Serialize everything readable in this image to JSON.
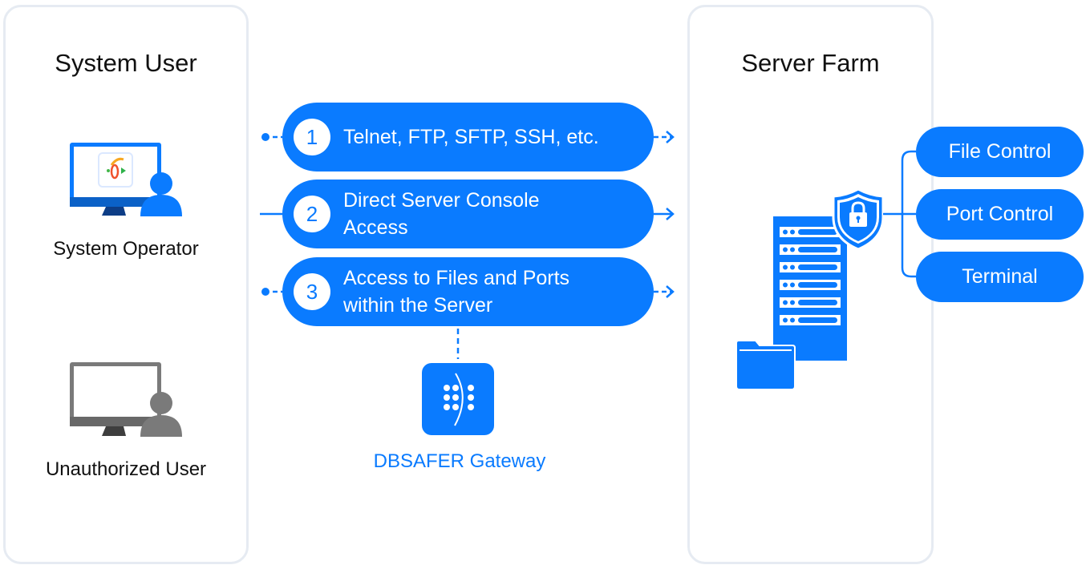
{
  "colors": {
    "accent": "#0a7bff",
    "panel_border": "#e6ebf2",
    "gray_icon": "#7a7a7a"
  },
  "left_panel": {
    "title": "System User",
    "users": [
      {
        "label": "System Operator",
        "icon": "monitor-user-blue-icon"
      },
      {
        "label": "Unauthorized User",
        "icon": "monitor-user-gray-icon"
      }
    ]
  },
  "access_paths": [
    {
      "number": "1",
      "label": "Telnet, FTP, SFTP, SSH, etc.",
      "line": "dashed"
    },
    {
      "number": "2",
      "label": "Direct Server Console Access",
      "line": "solid"
    },
    {
      "number": "3",
      "label": "Access to Files and Ports within the Server",
      "line": "dashed"
    }
  ],
  "gateway": {
    "label": "DBSAFER Gateway",
    "icon": "dbsafer-gateway-icon"
  },
  "right_panel": {
    "title": "Server Farm",
    "icons": [
      "server-rack-icon",
      "shield-lock-icon",
      "folder-icon"
    ],
    "controls": [
      {
        "label": "File Control"
      },
      {
        "label": "Port Control"
      },
      {
        "label": "Terminal"
      }
    ]
  }
}
